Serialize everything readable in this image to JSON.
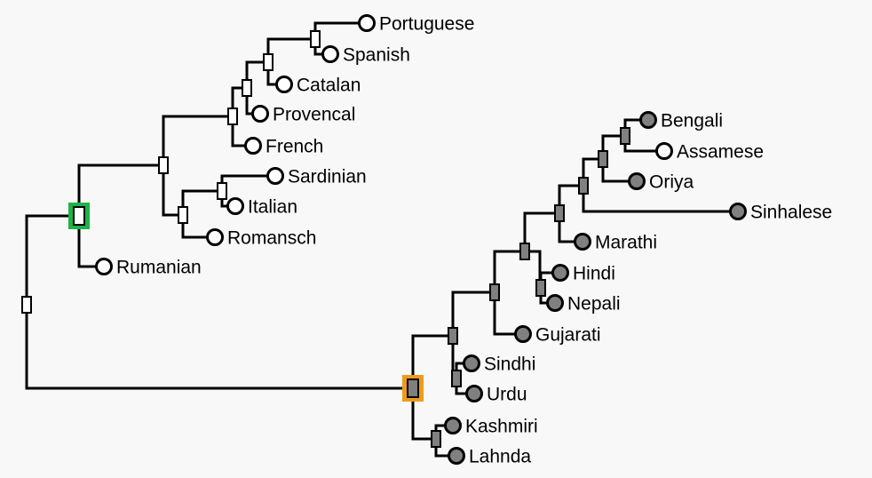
{
  "diagram": {
    "type": "phylogenetic-tree",
    "colors": {
      "romance_fill": "#ffffff",
      "indo_aryan_fill": "#808080",
      "romance_highlight": "#1db447",
      "indo_aryan_highlight": "#ef9a1e",
      "background": "#f8f8f8"
    },
    "leaves": {
      "portuguese": "Portuguese",
      "spanish": "Spanish",
      "catalan": "Catalan",
      "provencal": "Provencal",
      "french": "French",
      "sardinian": "Sardinian",
      "italian": "Italian",
      "romansch": "Romansch",
      "rumanian": "Rumanian",
      "bengali": "Bengali",
      "assamese": "Assamese",
      "oriya": "Oriya",
      "sinhalese": "Sinhalese",
      "marathi": "Marathi",
      "hindi": "Hindi",
      "nepali": "Nepali",
      "gujarati": "Gujarati",
      "sindhi": "Sindhi",
      "urdu": "Urdu",
      "kashmiri": "Kashmiri",
      "lahnda": "Lahnda"
    }
  }
}
